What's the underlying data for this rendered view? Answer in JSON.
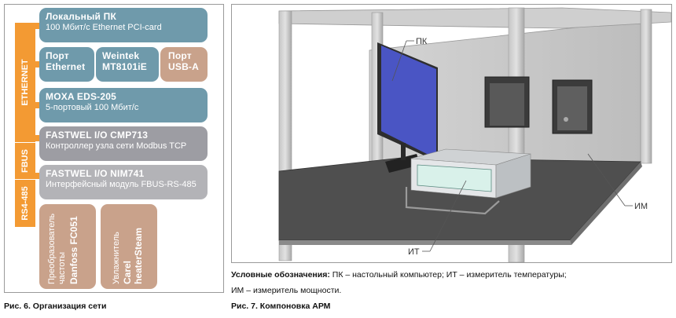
{
  "figure6": {
    "bus_labels": {
      "ethernet": "ETHERNET",
      "fbus": "FBUS",
      "rs485": "RS4-485"
    },
    "local_pc": {
      "title": "Локальный ПК",
      "subtitle": "100 Мбит/с Ethernet PCI-card"
    },
    "port_ethernet": {
      "line1": "Порт",
      "line2": "Ethernet"
    },
    "weintek": {
      "line1": "Weintek",
      "line2": "MT8101iE"
    },
    "port_usb": {
      "line1": "Порт",
      "line2": "USB-A"
    },
    "moxa": {
      "title": "MOXA EDS-205",
      "subtitle": "5-портовый 100 Мбит/с"
    },
    "cmp713": {
      "title": "FASTWEL I/O CMP713",
      "subtitle": "Контроллер узла сети Modbus TCP"
    },
    "nim741": {
      "title": "FASTWEL I/O NIM741",
      "subtitle": "Интерфейсный модуль FBUS-RS-485"
    },
    "danfoss": {
      "line1": "Преобразователь",
      "line2": "частоты",
      "name": "Danfoss FC051"
    },
    "carel": {
      "line1": "Увлажнитель",
      "name1": "Carel",
      "name2": "heaterSteam"
    },
    "caption": "Рис. 6. Организация сети"
  },
  "figure7": {
    "labels": {
      "pc": "ПК",
      "im": "ИМ",
      "it": "ИТ"
    },
    "legend_bold": "Условные обозначения:",
    "legend_line1": " ПК – настольный компьютер; ИТ – измеритель температуры;",
    "legend_line2": "ИМ – измеритель мощности.",
    "caption": "Рис. 7. Компоновка АРМ"
  },
  "colors": {
    "bus": "#f39a33",
    "blue_box": "#6f9aab",
    "grey_box": "#a7a7ab",
    "tan_box": "#c9a28b",
    "monitor_screen": "#4a55c4",
    "instrument_screen": "#d9f1ea"
  }
}
